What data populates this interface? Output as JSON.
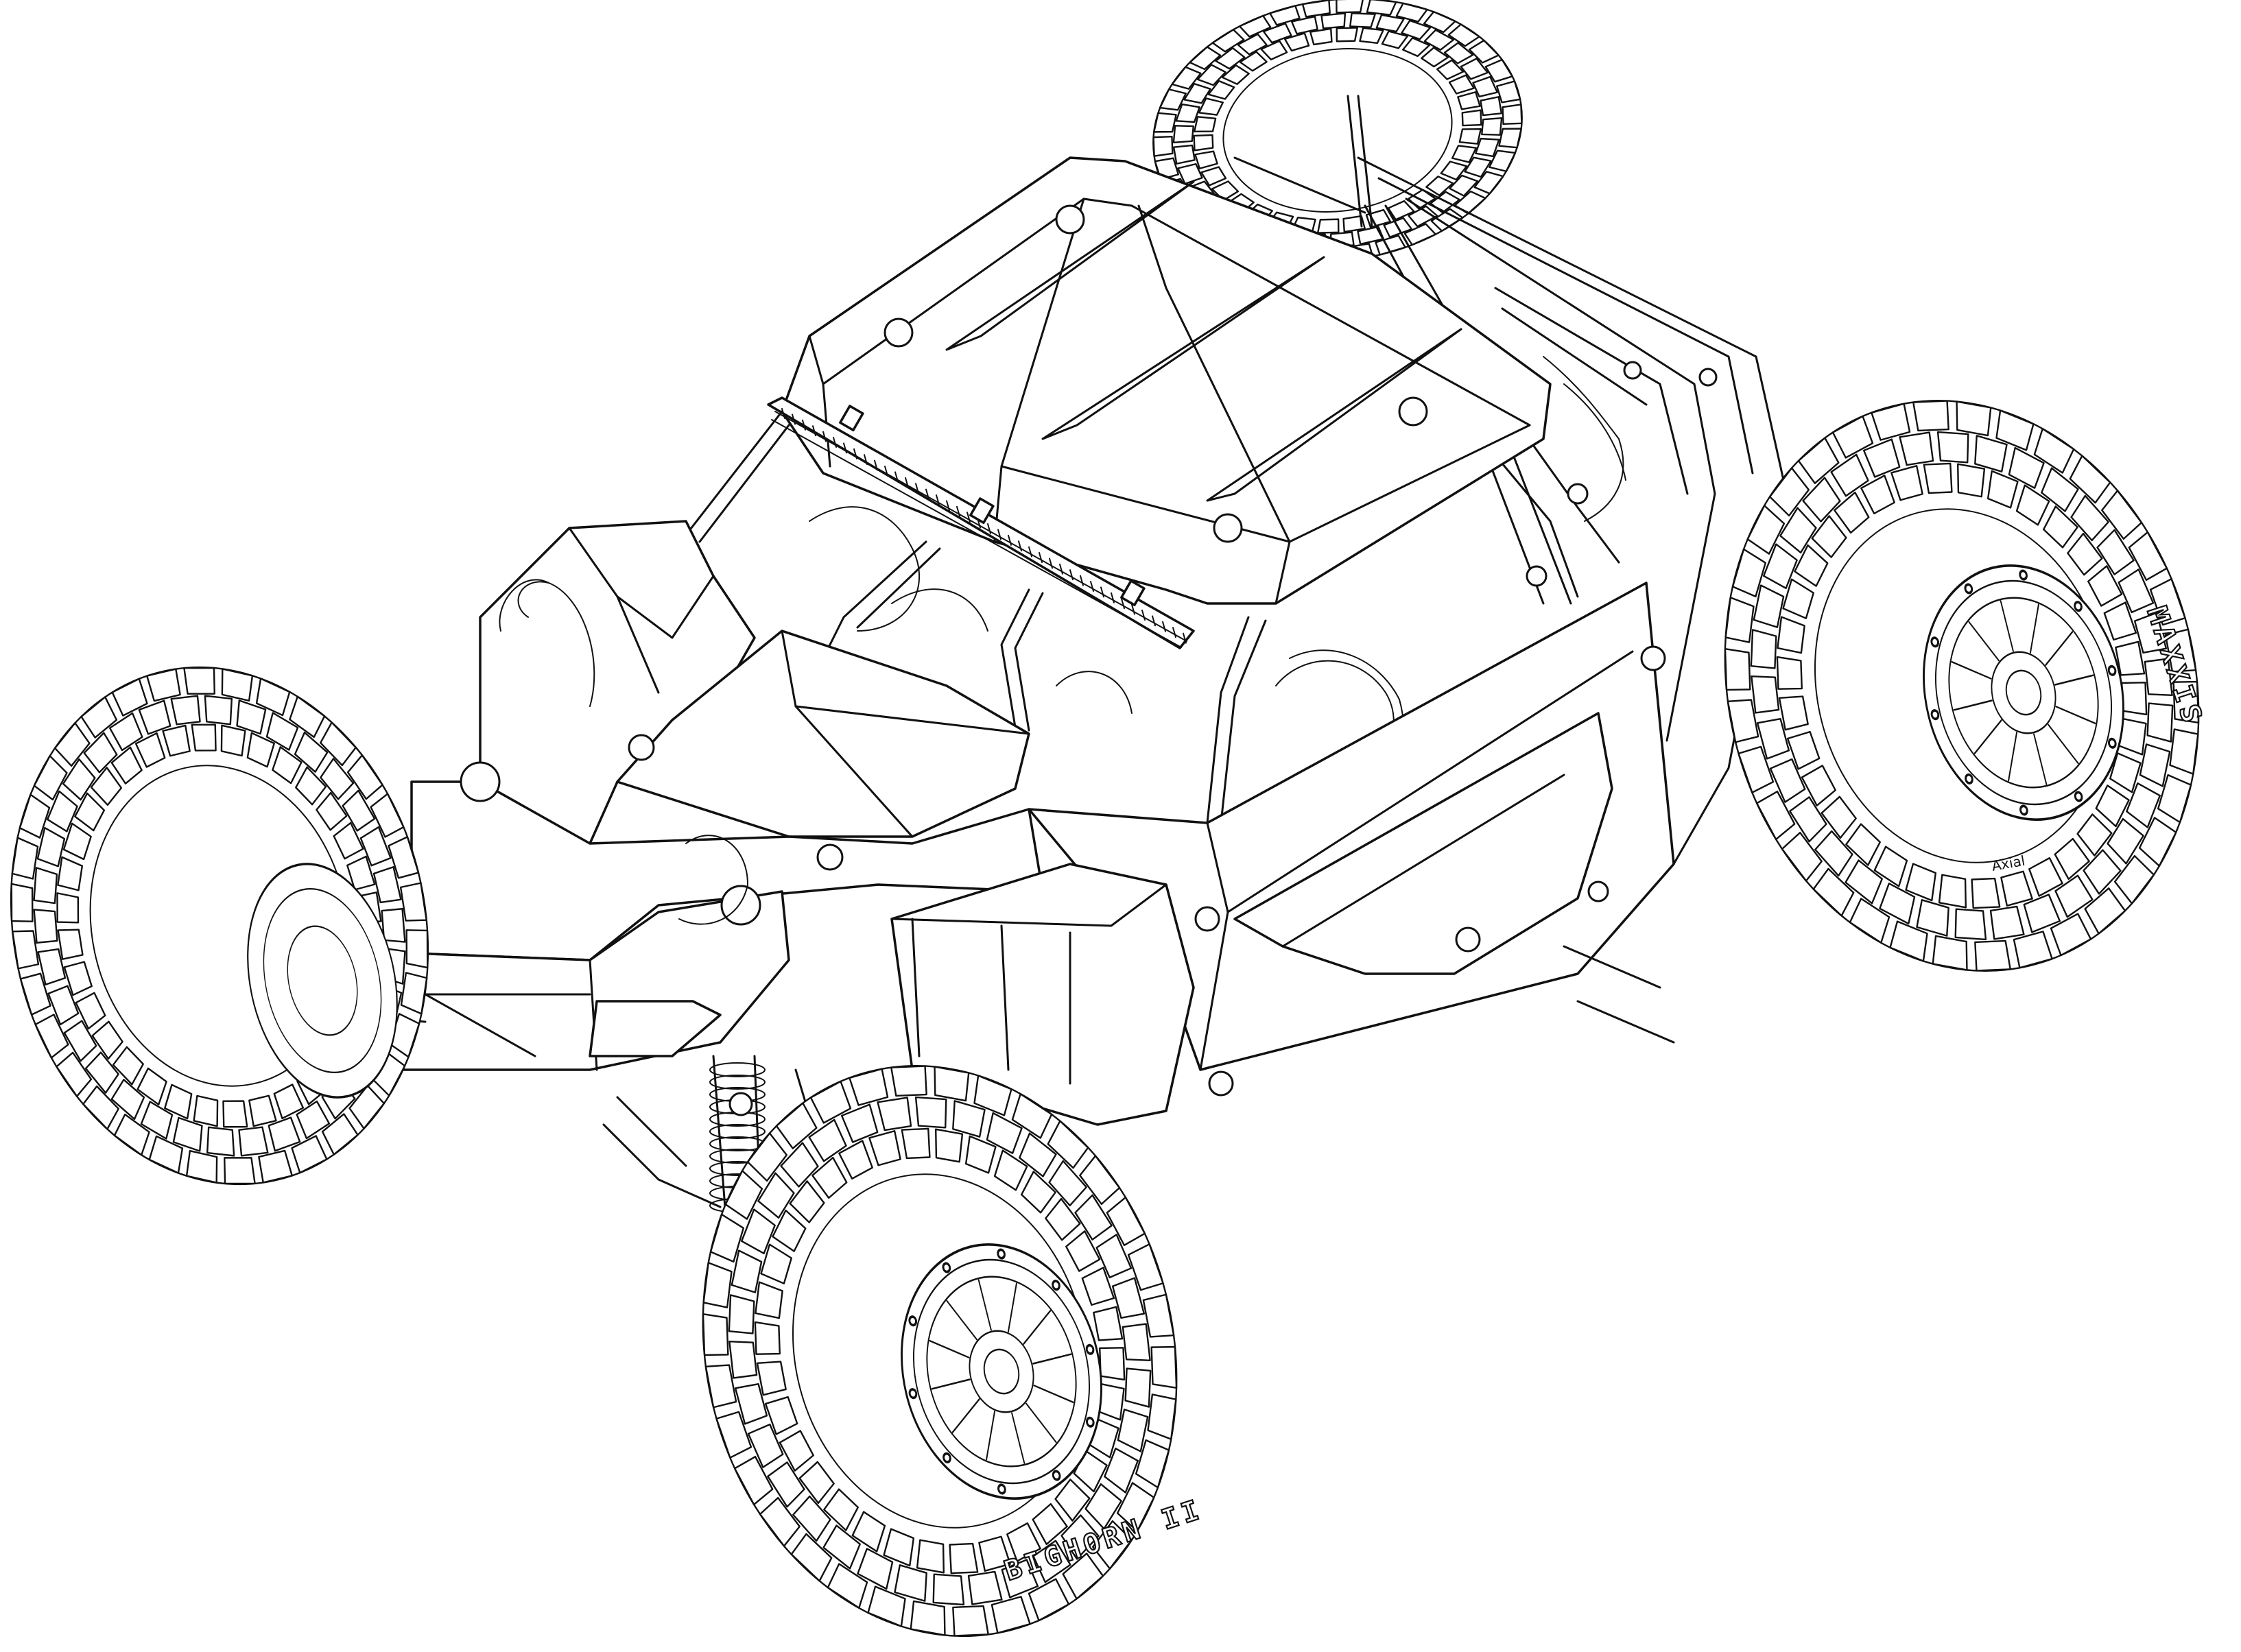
{
  "tire_text": {
    "brand": "MAXXIS",
    "model": "BIGHORN II",
    "wheel_mark": "Axial"
  }
}
